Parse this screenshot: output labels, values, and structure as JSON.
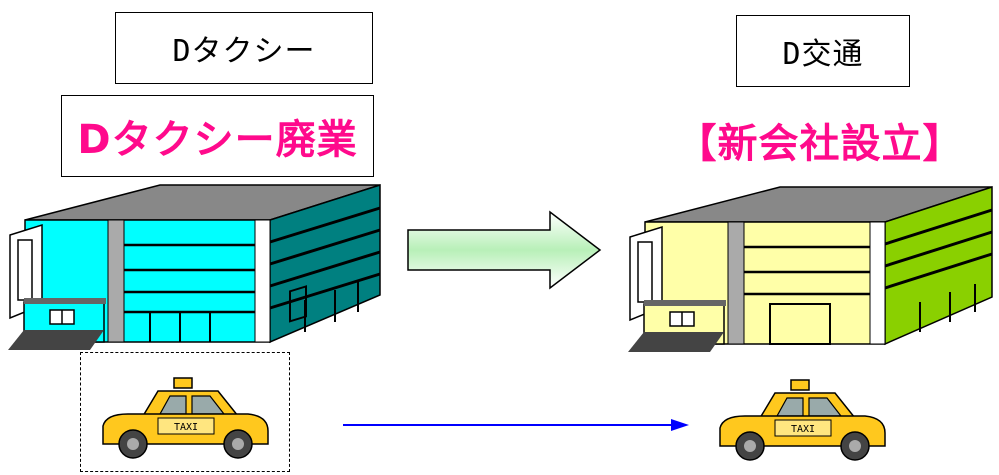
{
  "left": {
    "company_label": "Dタクシー",
    "status_label": "Dタクシー廃業",
    "building_icon": "office-building-icon",
    "taxi_icon": "taxi-icon",
    "taxi_sign": "TAXI",
    "colors": {
      "building_light": "#00ffff",
      "building_dark": "#008080",
      "highlight": "#ff0a8c"
    }
  },
  "right": {
    "company_label": "D交通",
    "status_label": "【新会社設立】",
    "building_icon": "office-building-icon",
    "taxi_icon": "taxi-icon",
    "taxi_sign": "TAXI",
    "colors": {
      "building_light": "#ffffa8",
      "building_dark": "#8ad000"
    }
  },
  "transfer_arrow_icon": "block-arrow-right-icon",
  "taxi_transfer_arrow_icon": "arrow-right-icon",
  "colors": {
    "arrow_line": "#0000ff",
    "taxi_yellow": "#ffc81e"
  }
}
